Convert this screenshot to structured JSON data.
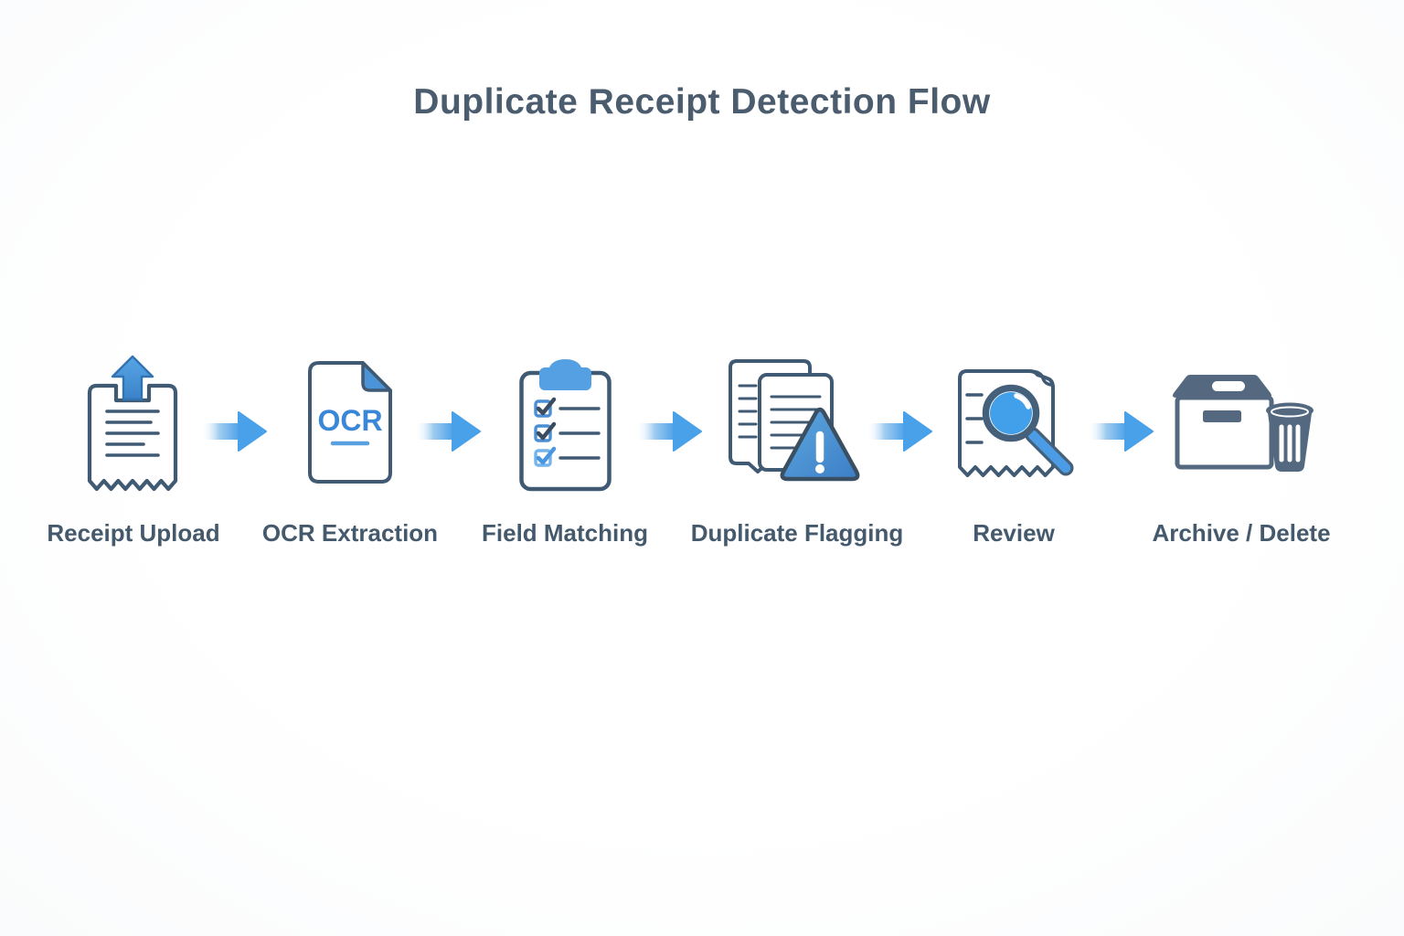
{
  "title": "Duplicate Receipt Detection Flow",
  "steps": [
    {
      "label": "Receipt Upload",
      "icon": "receipt-upload-icon"
    },
    {
      "label": "OCR Extraction",
      "icon": "ocr-document-icon",
      "icon_text": "OCR"
    },
    {
      "label": "Field Matching",
      "icon": "clipboard-checklist-icon"
    },
    {
      "label": "Duplicate Flagging",
      "icon": "documents-warning-icon"
    },
    {
      "label": "Review",
      "icon": "receipt-magnifier-icon"
    },
    {
      "label": "Archive / Delete",
      "icon": "archive-box-trash-icon"
    }
  ],
  "connector": {
    "icon": "arrow-right-icon"
  },
  "colors": {
    "background": "#fdfdfd",
    "title_text": "#4a5c6e",
    "label_text": "#45596d",
    "icon_outline": "#405a74",
    "accent_blue": "#4aa0e8",
    "accent_blue_dark": "#3c83c9",
    "slate_fill": "#556b82",
    "white": "#ffffff"
  }
}
